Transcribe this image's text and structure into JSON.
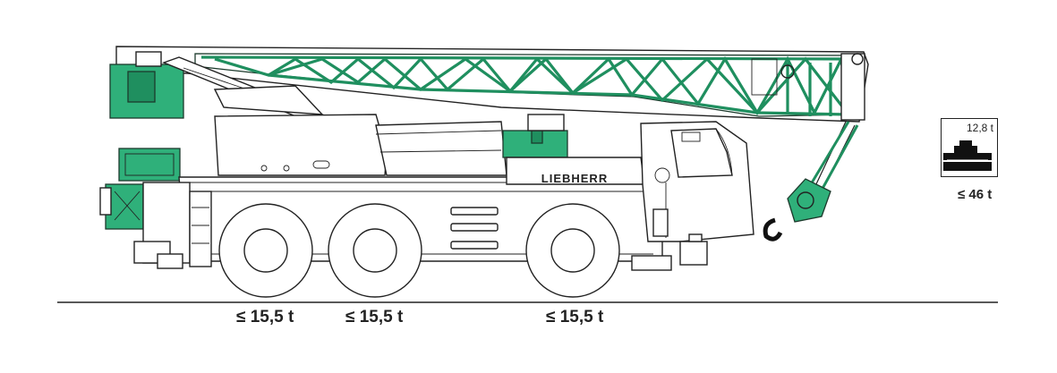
{
  "brand": {
    "name": "LIEBHERR"
  },
  "axle_loads": [
    {
      "label": "≤ 15,5 t"
    },
    {
      "label": "≤ 15,5 t"
    },
    {
      "label": "≤ 15,5 t"
    }
  ],
  "ballast": {
    "weight": "12,8 t"
  },
  "total_weight": "≤ 46 t",
  "colors": {
    "accent_green": "#2fb07a",
    "outline": "#222222",
    "background": "#ffffff"
  },
  "icons": {
    "ballast": "counterweight-icon"
  }
}
